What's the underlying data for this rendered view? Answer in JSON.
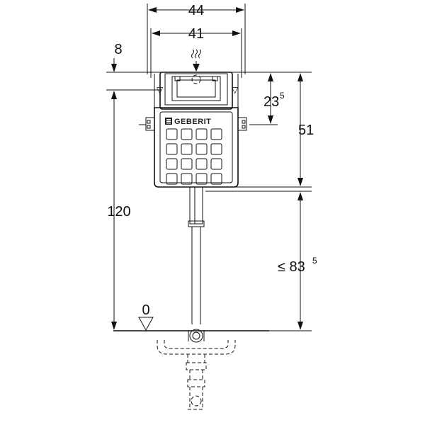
{
  "dimensions": {
    "width_outer": "44",
    "width_inner": "41",
    "top_offset": "8",
    "bracket_height_main": "23",
    "bracket_height_sup": "5",
    "tank_height": "51",
    "total_height": "120",
    "floor_level": "0",
    "pipe_height_prefix": "≤ 83",
    "pipe_height_sup": "5"
  },
  "brand": {
    "name": "GEBERIT"
  },
  "colors": {
    "line": "#111111",
    "background": "#ffffff"
  }
}
